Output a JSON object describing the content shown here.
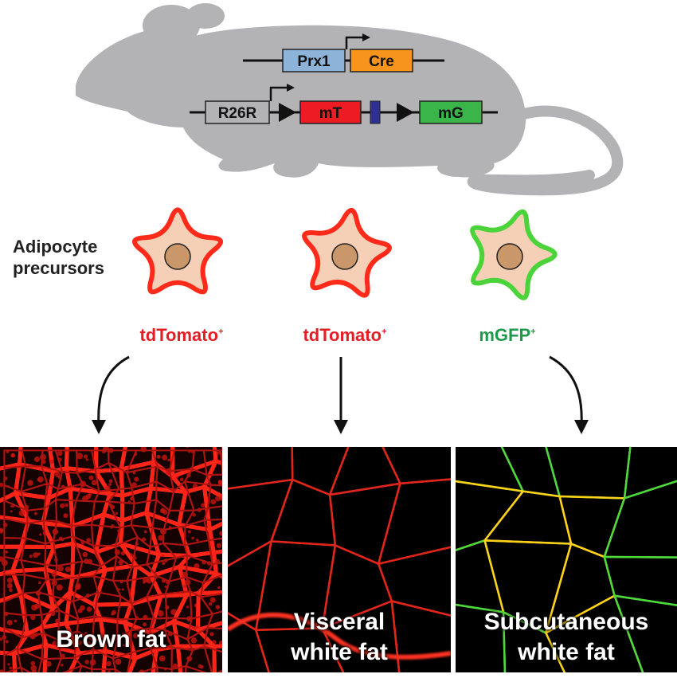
{
  "genes": {
    "prx1": "Prx1",
    "cre": "Cre",
    "r26r": "R26R",
    "mt": "mT",
    "mg": "mG"
  },
  "cell_heading": {
    "line1": "Adipocyte",
    "line2": "precursors"
  },
  "markers": [
    {
      "label": "tdTomato",
      "sup": "+",
      "color": "#e21f26"
    },
    {
      "label": "tdTomato",
      "sup": "+",
      "color": "#e21f26"
    },
    {
      "label": "mGFP",
      "sup": "+",
      "color": "#1f9a4b"
    }
  ],
  "panels": [
    {
      "line1": "Brown fat",
      "line2": ""
    },
    {
      "line1": "Visceral",
      "line2": "white fat"
    },
    {
      "line1": "Subcutaneous",
      "line2": "white fat"
    }
  ],
  "colors": {
    "mouse": "#b3b3b5",
    "prx1_box": "#8db3d9",
    "cre_box": "#f7941d",
    "r26r_box": "#b3b3b5",
    "mt_box": "#ed1c24",
    "mg_box": "#39b54a",
    "stop_box": "#2e3192",
    "cell_fill": "#f5d0b6",
    "nucleus": "#c9976a",
    "red_membrane": "#ff2a1a",
    "green_membrane": "#4bd43a"
  }
}
